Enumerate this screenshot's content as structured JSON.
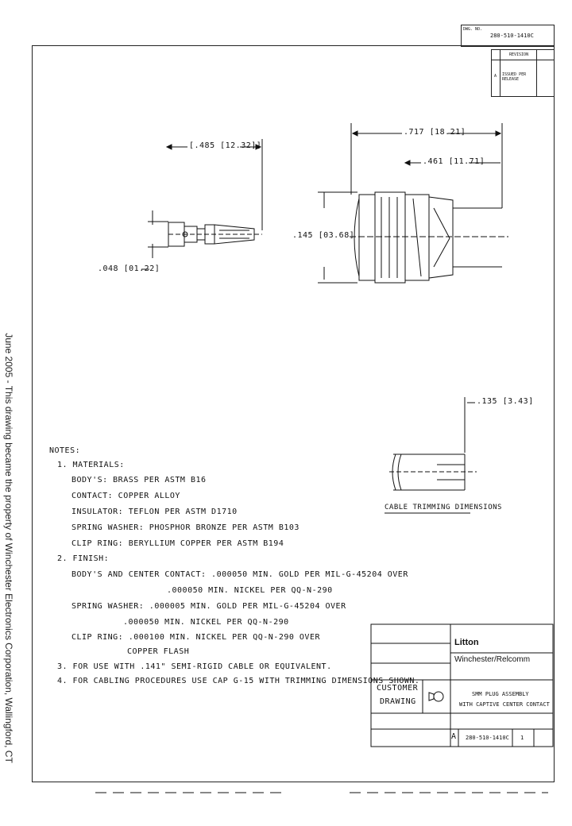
{
  "side_note": "June 2005 - This drawing became the property of Winchester Electronics Corporation, Wallingford, CT",
  "top_title_block": {
    "dwg_no_label": "DWG. NO.",
    "dwg_no": "280-510-1410C",
    "rev_header": "REVISION",
    "rev_letter": "A",
    "rev_desc": "ISSUED PER RELEASE"
  },
  "dimensions": {
    "center_contact_length": "[.485 [12.32]]",
    "center_contact_dia": ".048 [01.22]",
    "body_length": ".717 [18.21]",
    "body_dim2": ".461 [11.71]",
    "body_dia": ".145 [03.68]",
    "trim_length": ".135 [3.43]"
  },
  "cable_trimming_label": "CABLE TRIMMING DIMENSIONS",
  "notes": {
    "heading": "NOTES:",
    "lines": [
      "1. MATERIALS:",
      "BODY'S: BRASS PER ASTM B16",
      "CONTACT: COPPER ALLOY",
      "INSULATOR: TEFLON PER ASTM D1710",
      "SPRING WASHER: PHOSPHOR BRONZE PER ASTM B103",
      "CLIP RING: BERYLLIUM COPPER PER ASTM B194",
      "2. FINISH:",
      "BODY'S AND CENTER CONTACT: .000050 MIN. GOLD PER MIL-G-45204 OVER",
      ".000050 MIN. NICKEL PER QQ-N-290",
      "SPRING WASHER: .000005 MIN. GOLD PER MIL-G-45204 OVER",
      ".000050 MIN. NICKEL PER QQ-N-290",
      "CLIP RING: .000100 MIN. NICKEL PER QQ-N-290 OVER",
      "COPPER FLASH",
      "3. FOR USE WITH .141\" SEMI-RIGID CABLE OR EQUIVALENT.",
      "4. FOR CABLING PROCEDURES USE CAP G-15 WITH TRIMMING DIMENSIONS SHOWN."
    ]
  },
  "title_block": {
    "company": "Litton",
    "division": "Winchester/Relcomm",
    "customer_drawing_line1": "CUSTOMER",
    "customer_drawing_line2": "DRAWING",
    "title_line1": "SMM PLUG ASSEMBLY",
    "title_line2": "WITH CAPTIVE CENTER CONTACT",
    "size": "A",
    "dwg_no": "280-510-1410C",
    "sheet": "1"
  }
}
